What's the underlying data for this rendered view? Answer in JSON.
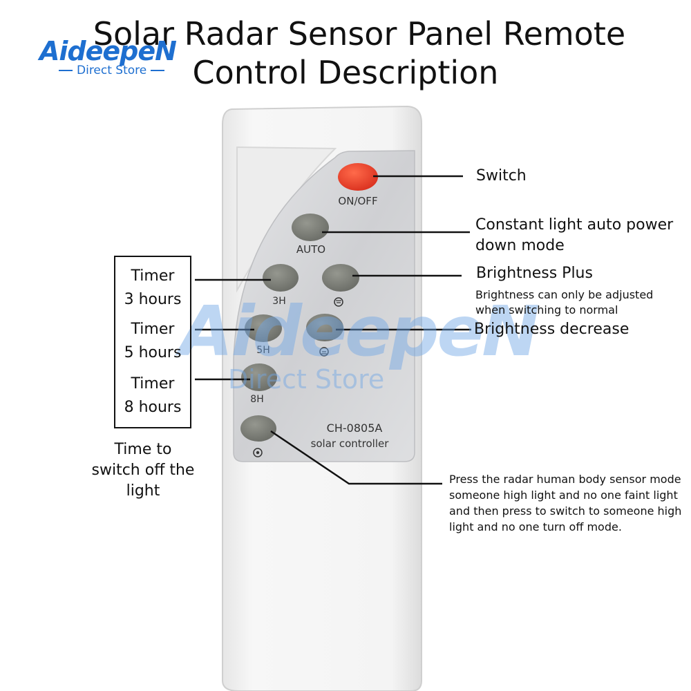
{
  "title": {
    "line1": "Solar Radar Sensor Panel Remote",
    "line2": "Control Description"
  },
  "logo": {
    "word": "AideepeN",
    "sub": "Direct Store"
  },
  "remote": {
    "onoff": "ON/OFF",
    "auto": "AUTO",
    "h3": "3H",
    "h5": "5H",
    "h8": "8H",
    "model": "CH-0805A",
    "model_sub": "solar controller"
  },
  "labels": {
    "switch": "Switch",
    "constant_1": "Constant light auto power",
    "constant_2": "down mode",
    "bright_plus": "Brightness Plus",
    "bright_note_1": "Brightness can only be adjusted",
    "bright_note_2": "when switching to normal",
    "bright_dec": "Brightness decrease",
    "timer": "Timer",
    "t3": "3 hours",
    "t5": "5 hours",
    "t8": "8 hours",
    "off_1": "Time to",
    "off_2": "switch off the",
    "off_3": "light",
    "radar": "Press the radar human body sensor mode someone high light and no one faint light and then press to switch to someone high light and no one turn off mode."
  },
  "colors": {
    "button_red": "#e8402e",
    "button_gray": "#7b7d78",
    "panel_silver": "#d6d7d9",
    "body": "#f2f2f2"
  }
}
